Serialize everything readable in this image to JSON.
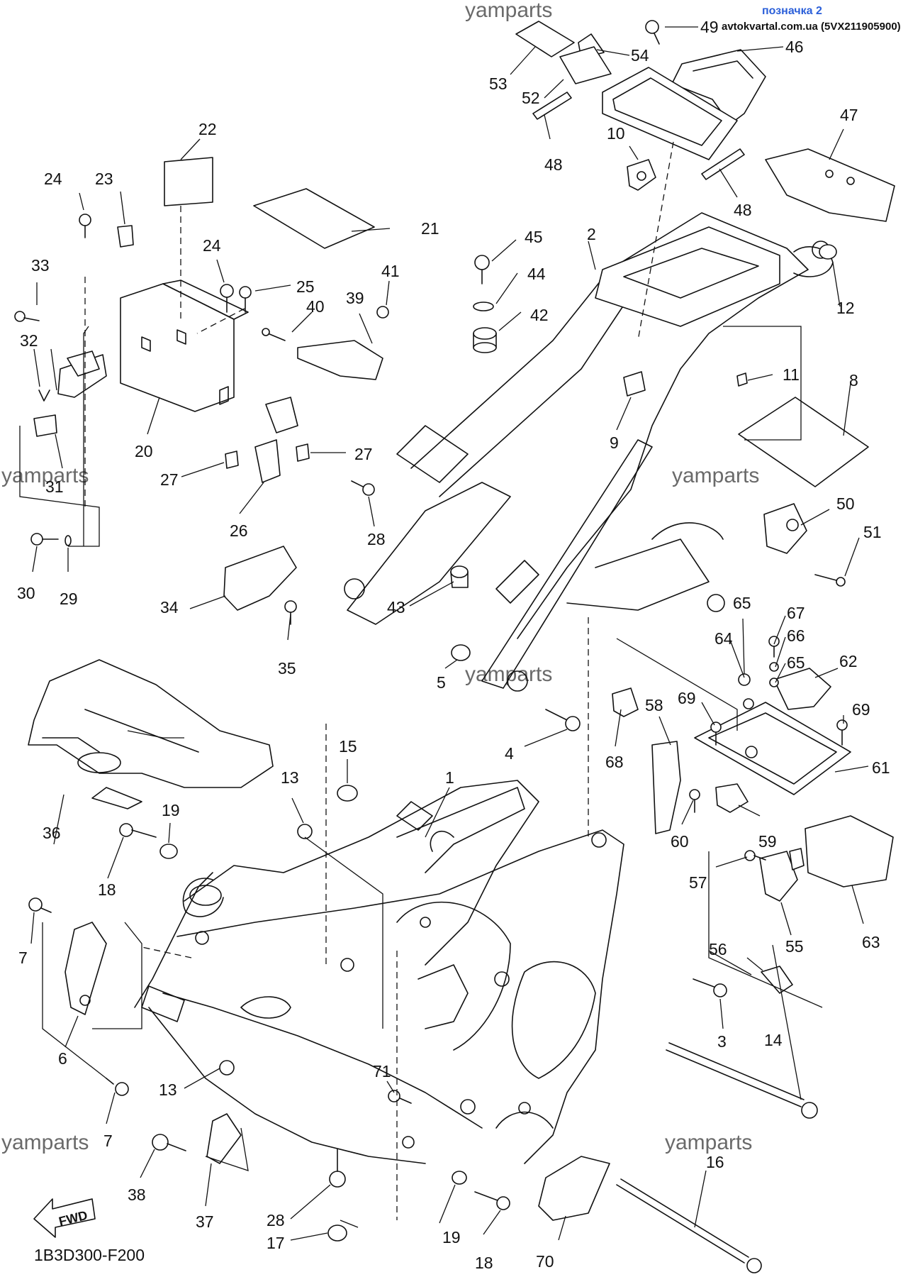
{
  "header": {
    "link_text": "позначка 2",
    "site_text": "avtokvartal.com.ua (5VX211905900)"
  },
  "watermarks": [
    "yamparts",
    "yamparts",
    "yamparts",
    "yamparts",
    "yamparts",
    "yamparts"
  ],
  "diagram_code": "1B3D300-F200",
  "fwd_label": "FWD",
  "callouts": [
    "49",
    "46",
    "54",
    "53",
    "52",
    "48",
    "10",
    "47",
    "48",
    "22",
    "21",
    "24",
    "23",
    "33",
    "24",
    "25",
    "41",
    "39",
    "40",
    "45",
    "44",
    "42",
    "2",
    "12",
    "32",
    "20",
    "27",
    "27",
    "11",
    "8",
    "9",
    "31",
    "26",
    "28",
    "30",
    "29",
    "50",
    "51",
    "34",
    "43",
    "35",
    "5",
    "65",
    "67",
    "66",
    "64",
    "65",
    "62",
    "68",
    "58",
    "69",
    "69",
    "61",
    "4",
    "60",
    "59",
    "15",
    "13",
    "1",
    "19",
    "36",
    "18",
    "57",
    "55",
    "63",
    "7",
    "56",
    "6",
    "3",
    "14",
    "71",
    "13",
    "7",
    "38",
    "16",
    "37",
    "28",
    "19",
    "18",
    "17",
    "70"
  ]
}
